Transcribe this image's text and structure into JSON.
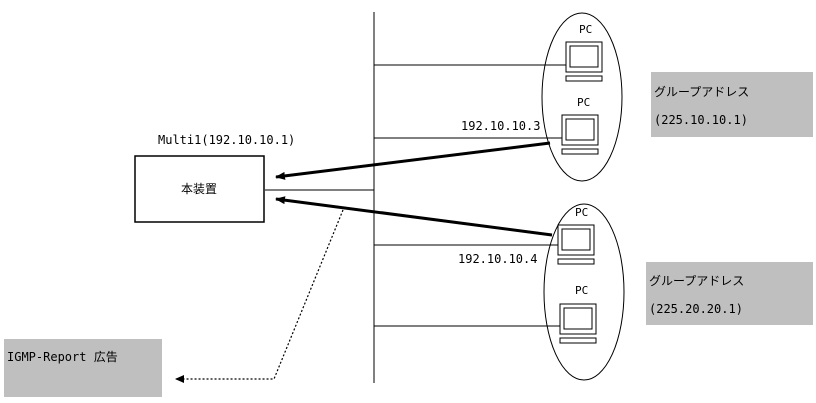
{
  "device": {
    "name": "Multi1(192.10.10.1)",
    "label": "本装置"
  },
  "pc_label": "PC",
  "groups": [
    {
      "ips": [
        "192.10.10.3"
      ],
      "title": "グループアドレス",
      "address": "(225.10.10.1)"
    },
    {
      "ips": [
        "192.10.10.4"
      ],
      "title": "グループアドレス",
      "address": "(225.20.20.1)"
    }
  ],
  "igmp_report": "IGMP-Report 広告",
  "colors": {
    "line": "#000000",
    "label_box": "#bfbfbf",
    "background": "#ffffff"
  }
}
